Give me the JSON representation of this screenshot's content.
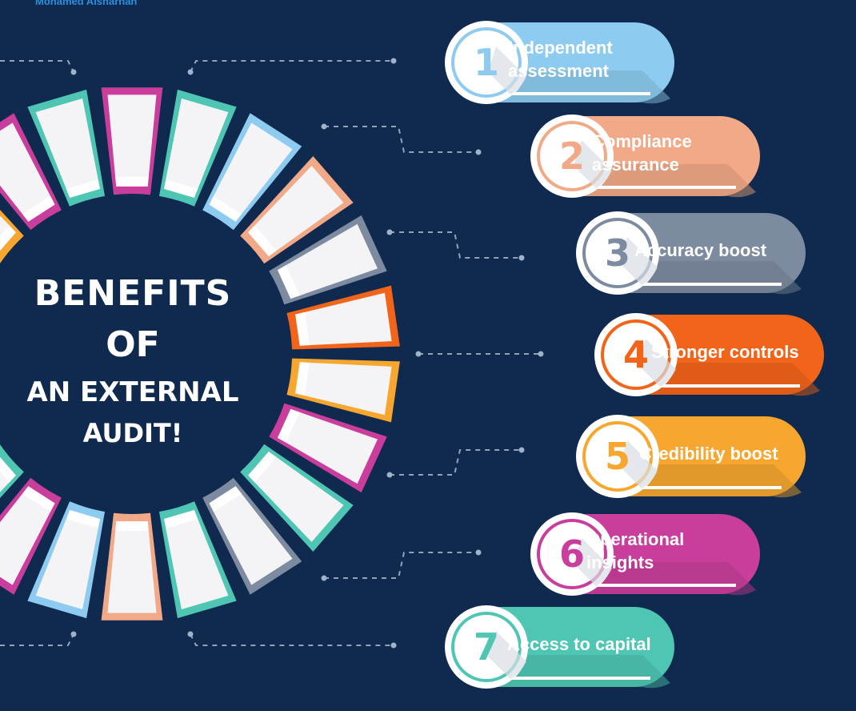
{
  "header": {
    "author": "Mohamed Alsharhan"
  },
  "title": {
    "line1": "BENEFITS",
    "line2": "OF",
    "line3": "AN EXTERNAL",
    "line4": "AUDIT!"
  },
  "benefits": [
    {
      "number": "1",
      "lines": [
        "Independent",
        "assessment"
      ],
      "color": "#8ecbf0"
    },
    {
      "number": "2",
      "lines": [
        "Compliance",
        "assurance"
      ],
      "color": "#f2a987"
    },
    {
      "number": "3",
      "lines": [
        "Accuracy boost"
      ],
      "color": "#7d8ba1"
    },
    {
      "number": "4",
      "lines": [
        "Stronger controls"
      ],
      "color": "#f26419"
    },
    {
      "number": "5",
      "lines": [
        "Credibility boost"
      ],
      "color": "#f7a730"
    },
    {
      "number": "6",
      "lines": [
        "Operational",
        "insights"
      ],
      "color": "#c93e9c"
    },
    {
      "number": "7",
      "lines": [
        "Access to capital"
      ],
      "color": "#4fc6b4"
    }
  ],
  "colors": {
    "background": "#0f2a4e",
    "ring_segments": [
      "#c93e9c",
      "#4fc6b4",
      "#8ecbf0",
      "#f2a987",
      "#7d8ba1",
      "#f26419",
      "#f7a730",
      "#c93e9c",
      "#4fc6b4",
      "#7d8ba1",
      "#4fc6b4",
      "#f2a987",
      "#8ecbf0"
    ]
  }
}
